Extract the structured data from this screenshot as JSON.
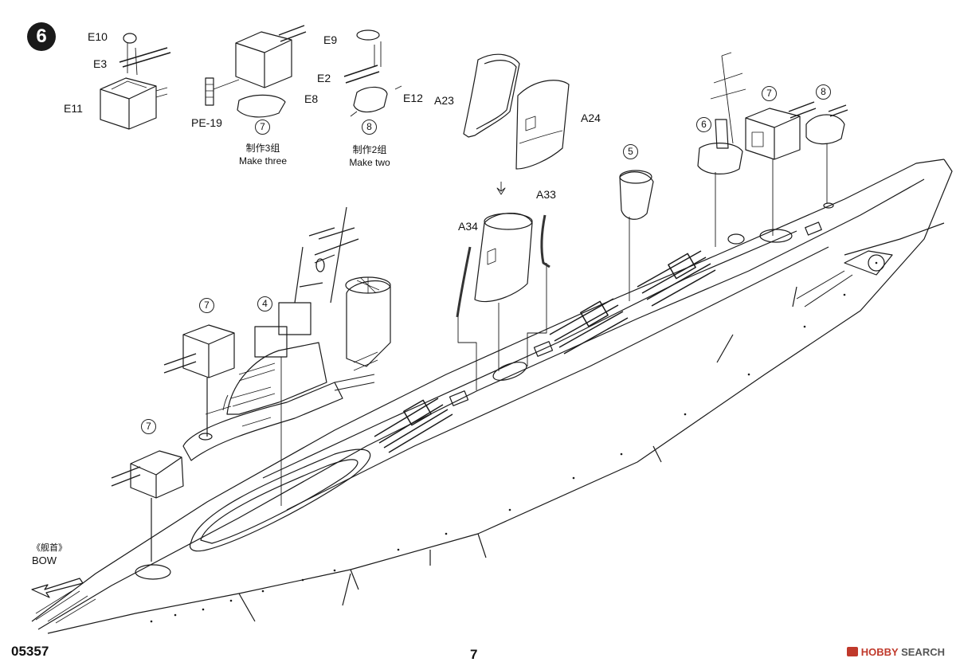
{
  "step_number": "6",
  "parts": {
    "e10": "E10",
    "e3": "E3",
    "e11": "E11",
    "pe19": "PE-19",
    "e8": "E8",
    "e9": "E9",
    "e2": "E2",
    "e12": "E12",
    "a23": "A23",
    "a24": "A24",
    "a33": "A33",
    "a34": "A34"
  },
  "callouts": {
    "c7a": "7",
    "c8a": "8",
    "c5": "5",
    "c6": "6",
    "c7b": "7",
    "c8b": "8",
    "c7c": "7",
    "c4": "4",
    "c7d": "7"
  },
  "notes": {
    "make_three_cn": "制作3组",
    "make_three_en": "Make three",
    "make_two_cn": "制作2组",
    "make_two_en": "Make two"
  },
  "bow": {
    "cn": "《舰首》",
    "en": "BOW"
  },
  "footer": {
    "kit_number": "05357",
    "page_number": "7"
  },
  "watermark": {
    "prefix": "HOBBY",
    "suffix": "SEARCH"
  }
}
